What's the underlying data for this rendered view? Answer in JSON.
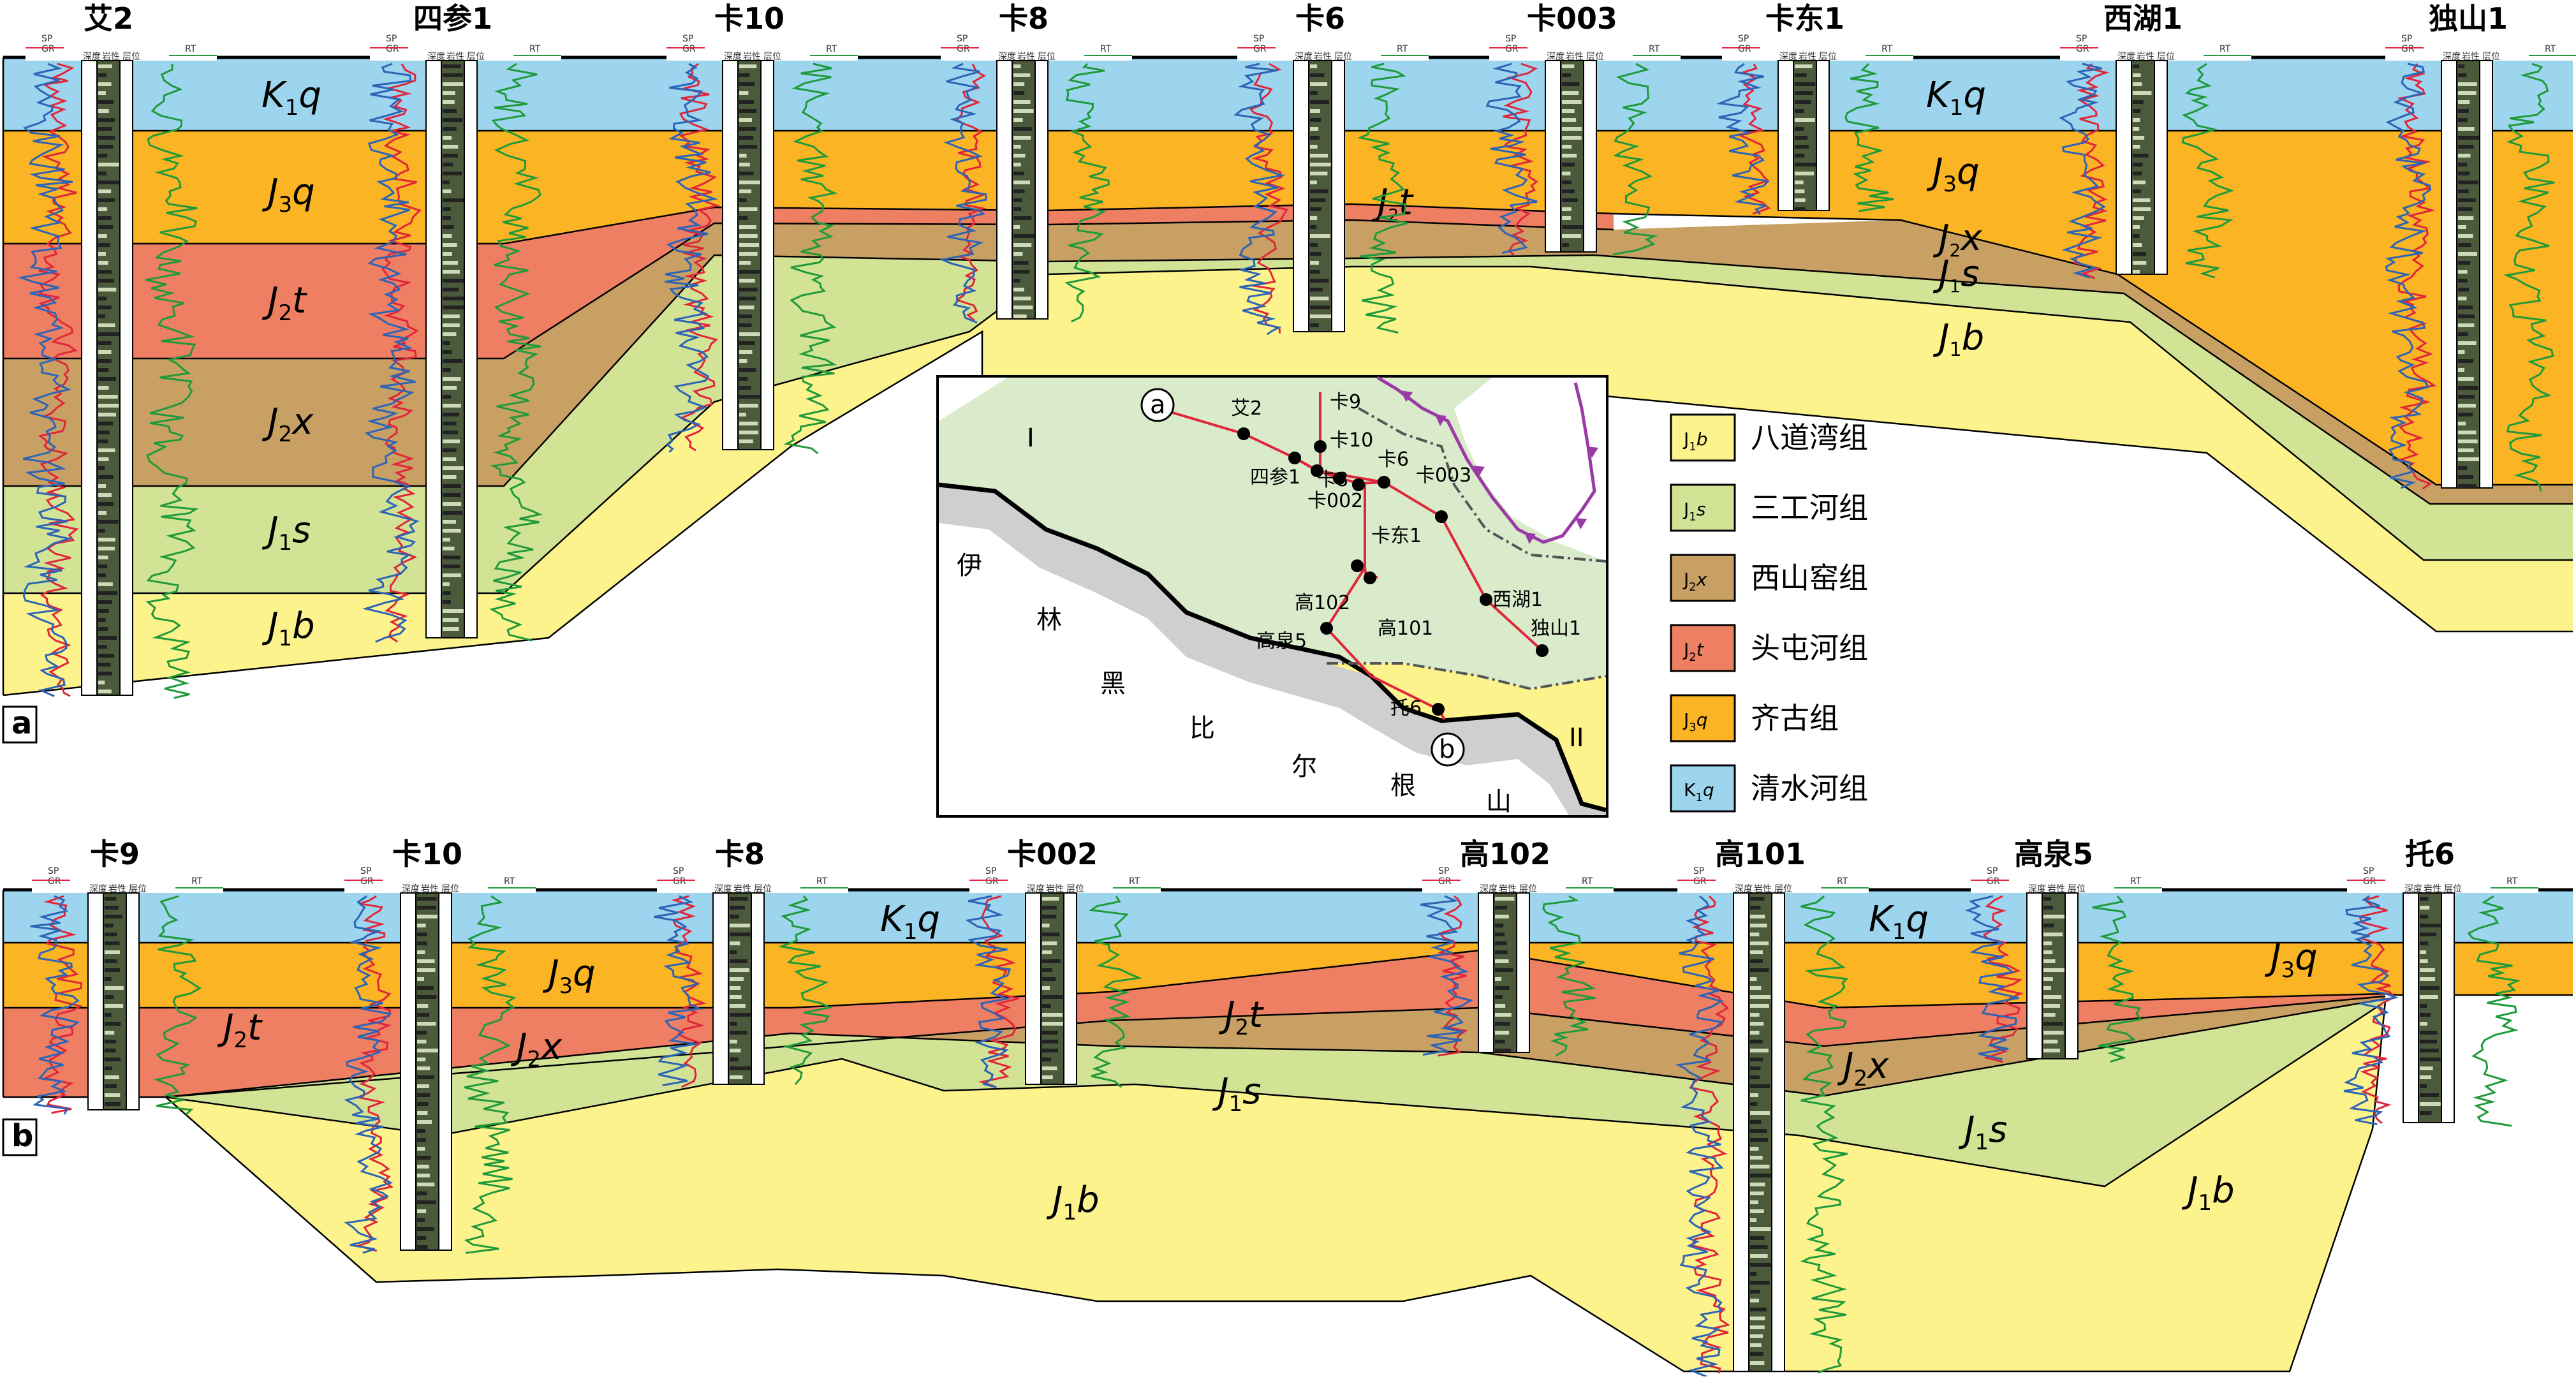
{
  "panel_a": {
    "label": "a",
    "wells": [
      "艾2",
      "四参1",
      "卡10",
      "卡8",
      "卡6",
      "卡003",
      "卡东1",
      "西湖1",
      "独山1"
    ],
    "units": [
      "K1q",
      "J3q",
      "J2t",
      "J2x",
      "J1s",
      "J1b"
    ]
  },
  "panel_b": {
    "label": "b",
    "wells": [
      "卡9",
      "卡10",
      "卡8",
      "卡002",
      "高102",
      "高101",
      "高泉5",
      "托6"
    ],
    "units": [
      "K1q",
      "J3q",
      "J2t",
      "J2x",
      "J1s",
      "J1b"
    ]
  },
  "log_headers": {
    "sp": "SP",
    "gr": "GR",
    "rt": "RT",
    "depth": "深度",
    "litho": "岩性",
    "layer": "层位"
  },
  "map": {
    "regions": [
      "I",
      "II"
    ],
    "mountain_chars": [
      "伊",
      "林",
      "黑",
      "比",
      "尔",
      "根",
      "山"
    ],
    "endpoints": [
      "a",
      "b"
    ],
    "wells": [
      "艾2",
      "卡9",
      "卡10",
      "四参1",
      "卡8",
      "卡002",
      "卡6",
      "卡003",
      "卡东1",
      "西湖1",
      "独山1",
      "高102",
      "高101",
      "高泉5",
      "托6"
    ]
  },
  "legend": [
    {
      "code": "J1b",
      "base": "J",
      "sub": "1",
      "letter": "b",
      "name": "八道湾组",
      "color": "#fdf38d"
    },
    {
      "code": "J1s",
      "base": "J",
      "sub": "1",
      "letter": "s",
      "name": "三工河组",
      "color": "#d3e395"
    },
    {
      "code": "J2x",
      "base": "J",
      "sub": "2",
      "letter": "x",
      "name": "西山窑组",
      "color": "#c9a064"
    },
    {
      "code": "J2t",
      "base": "J",
      "sub": "2",
      "letter": "t",
      "name": "头屯河组",
      "color": "#ef7f62"
    },
    {
      "code": "J3q",
      "base": "J",
      "sub": "3",
      "letter": "q",
      "name": "齐古组",
      "color": "#fbb424"
    },
    {
      "code": "K1q",
      "base": "K",
      "sub": "1",
      "letter": "q",
      "name": "清水河组",
      "color": "#9dd5ef"
    }
  ]
}
